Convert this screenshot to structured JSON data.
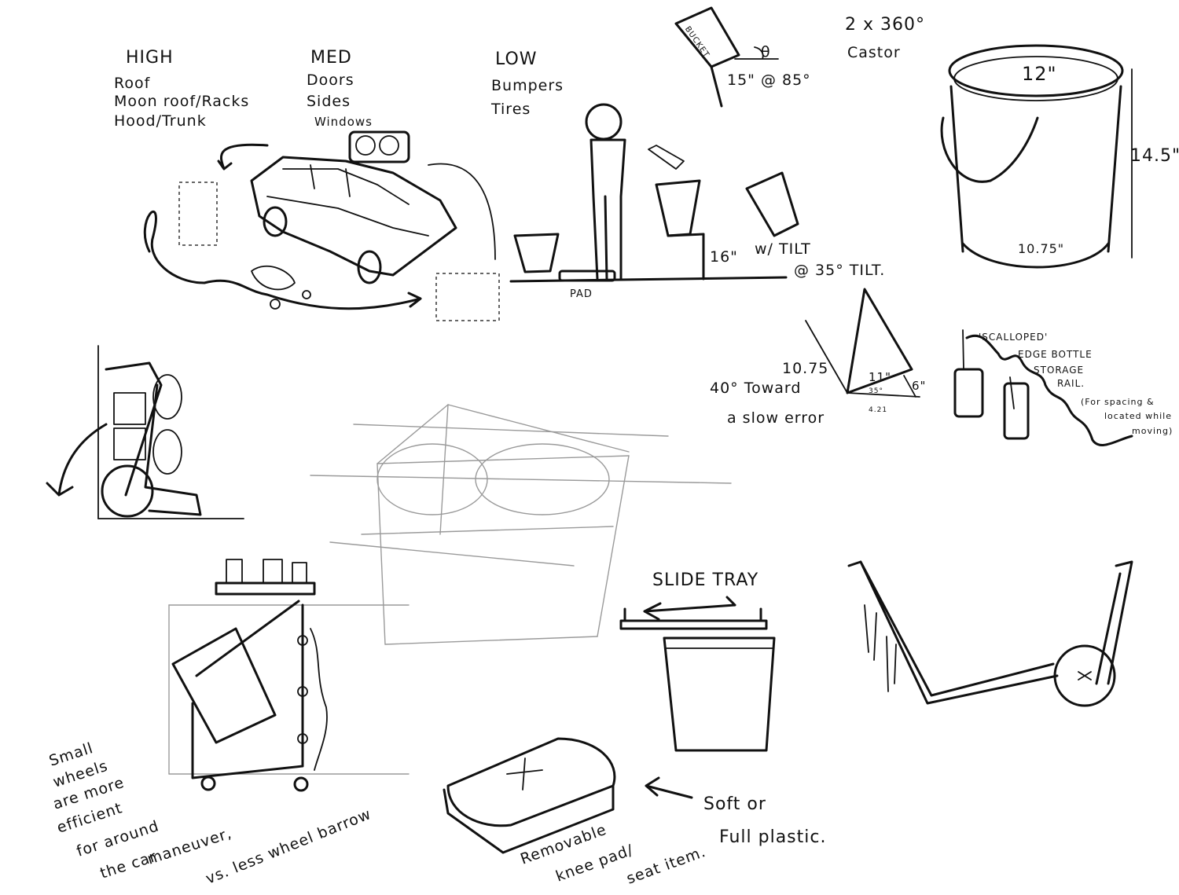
{
  "zones": {
    "high": {
      "heading": "HIGH",
      "items": [
        "Roof",
        "Moon roof/Racks",
        "Hood/Trunk"
      ]
    },
    "med": {
      "heading": "MED",
      "items": [
        "Doors",
        "Sides",
        "Windows"
      ]
    },
    "low": {
      "heading": "LOW",
      "items": [
        "Bumpers",
        "Tires"
      ]
    }
  },
  "tilt_sketch": {
    "bucket_label": "BUCKET",
    "angle_symbol": "θ",
    "angle_note": "15\" @ 85°",
    "caster_note": "2 x 360°",
    "caster_label": "Castor"
  },
  "figure_sketch": {
    "pad_label": "PAD",
    "height_note": "16\"",
    "tilt_note": "w/ TILT",
    "tilt_angle_note": "@ 35° TILT."
  },
  "bucket_sketch": {
    "top_diameter": "12\"",
    "height": "14.5\"",
    "bottom_diameter": "10.75\""
  },
  "triangle_sketch": {
    "side_label": "10.75",
    "hyp_label": "11\"",
    "base_label": "6\"",
    "inner_angle": "35°",
    "inner_base": "4.21",
    "angle_note_line1": "40° Toward",
    "angle_note_line2": "a slow error"
  },
  "rail_sketch": {
    "line1": "'SCALLOPED'",
    "line2": "EDGE BOTTLE",
    "line3": "STORAGE",
    "line4": "RAIL.",
    "note1": "(For spacing &",
    "note2": "located while",
    "note3": "moving)"
  },
  "cart_sketch": {
    "wheels_note_lines": [
      "Small",
      "wheels",
      "are more",
      "efficient",
      "for around",
      "the car"
    ],
    "maneuver_note": "maneuver,",
    "wheel_note": "vs. less wheel barrow"
  },
  "tray_sketch": {
    "label": "SLIDE TRAY"
  },
  "pad_sketch": {
    "label_line1": "Removable",
    "label_line2": "knee pad/",
    "label_line3": "seat item.",
    "material_line1": "Soft or",
    "material_line2": "Full plastic."
  }
}
